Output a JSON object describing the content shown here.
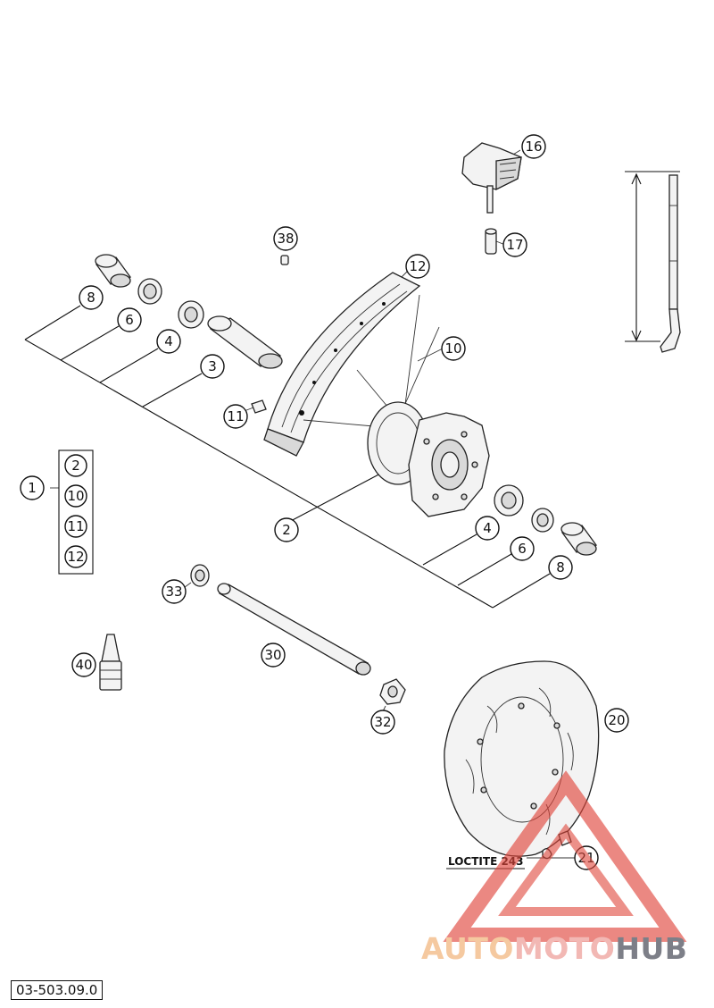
{
  "drawing_code": "03-503.09.0",
  "loctite_note": "LOCTITE 243",
  "watermark": {
    "part1": "AUTO",
    "part2": "MOTO",
    "part3": "HUB"
  },
  "set_bracket": {
    "label": "1",
    "items": [
      "2",
      "10",
      "11",
      "12"
    ]
  },
  "callouts": {
    "c16": "16",
    "c17": "17",
    "c38": "38",
    "c12": "12",
    "c10": "10",
    "c8a": "8",
    "c6a": "6",
    "c4a": "4",
    "c3": "3",
    "c11": "11",
    "c2": "2",
    "c4b": "4",
    "c6b": "6",
    "c8b": "8",
    "c33": "33",
    "c30": "30",
    "c40": "40",
    "c32": "32",
    "c20": "20",
    "c21": "21"
  },
  "colors": {
    "line": "#111111",
    "watermark_red": "#e0463b",
    "watermark_orange": "#f2a45f",
    "watermark_gray": "#5c5e68"
  }
}
